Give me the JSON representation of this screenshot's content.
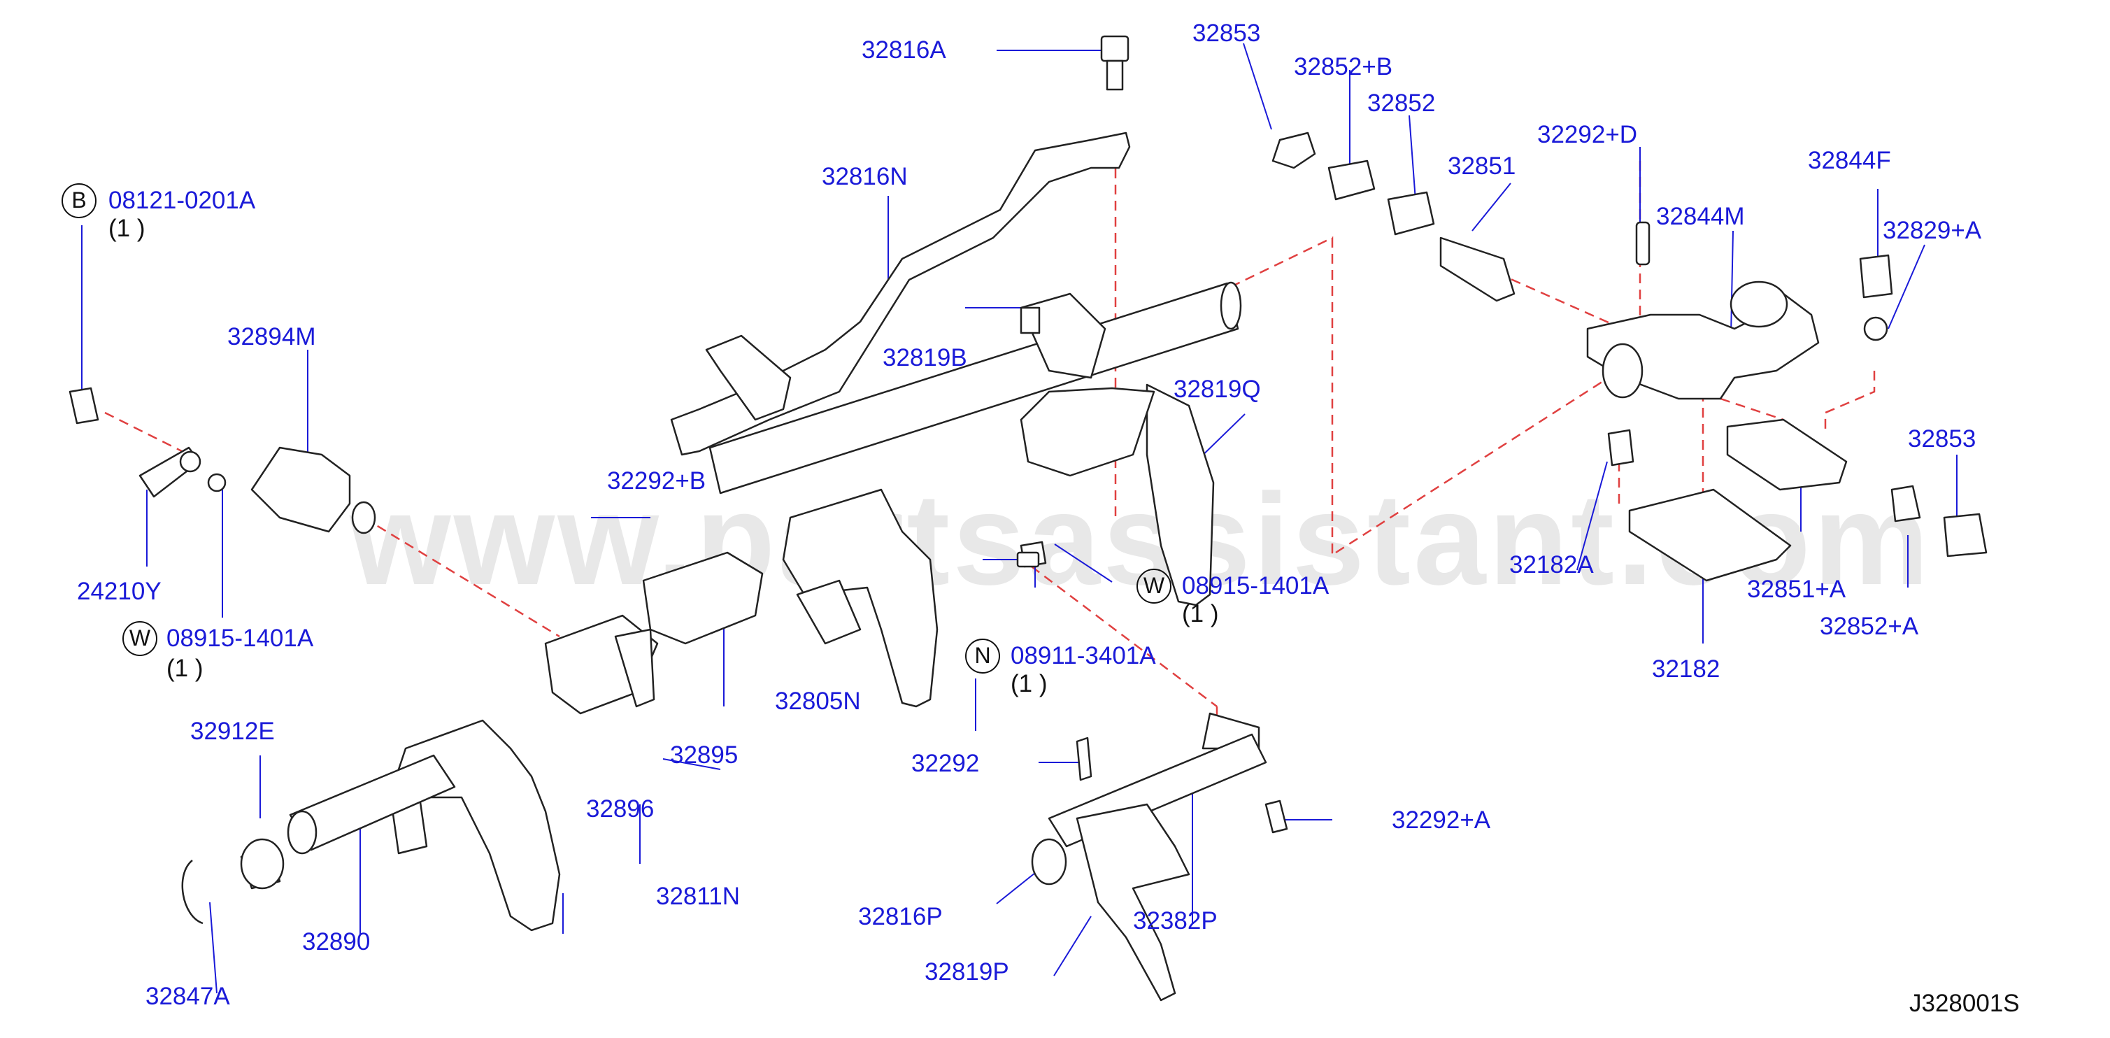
{
  "diagram": {
    "watermark": "www.partsassistant.com",
    "drawing_code": "J328001S",
    "symbols": [
      "B",
      "W",
      "W",
      "N"
    ],
    "labels": [
      "32816A",
      "32853",
      "32852+B",
      "32852",
      "32292+D",
      "32851",
      "32844F",
      "32844M",
      "32829+A",
      "32816N",
      "08121-0201A",
      "(1 )",
      "32894M",
      "32819B",
      "32819Q",
      "32853",
      "32292+B",
      "24210Y",
      "08915-1401A",
      "(1 )",
      "08915-1401A",
      "(1 )",
      "32182A",
      "32851+A",
      "32852+A",
      "32805N",
      "08911-3401A",
      "(1 )",
      "32895",
      "32182",
      "32912E",
      "32896",
      "32292",
      "32292+A",
      "32811N",
      "32816P",
      "32382P",
      "32890",
      "32819P",
      "32847A"
    ]
  },
  "colors": {
    "label": "#1a1ad8",
    "line": "#1a1ad8",
    "leader": "#e04040",
    "drawing": "#222222"
  }
}
